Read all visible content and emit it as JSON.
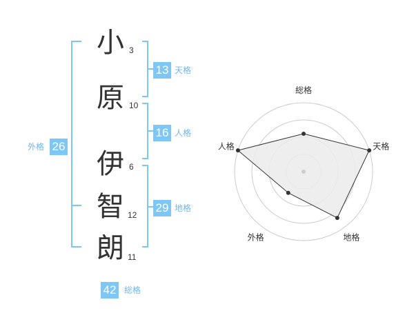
{
  "name": {
    "characters": [
      {
        "char": "小",
        "strokes": "3"
      },
      {
        "char": "原",
        "strokes": "10"
      },
      {
        "char": "伊",
        "strokes": "6"
      },
      {
        "char": "智",
        "strokes": "12"
      },
      {
        "char": "朗",
        "strokes": "11"
      }
    ]
  },
  "kaku": {
    "ten": {
      "label": "天格",
      "value": "13"
    },
    "jin": {
      "label": "人格",
      "value": "16"
    },
    "chi": {
      "label": "地格",
      "value": "29"
    },
    "gai": {
      "label": "外格",
      "value": "26"
    },
    "sou": {
      "label": "総格",
      "value": "42"
    }
  },
  "chart_data": {
    "type": "radar",
    "axes": [
      "総格",
      "天格",
      "地格",
      "外格",
      "人格"
    ],
    "values": [
      0.55,
      1.0,
      0.83,
      0.38,
      1.0
    ],
    "rings": 4,
    "colors": {
      "fill": "#ebebeb",
      "line": "#333333",
      "ring": "#cccccc"
    }
  },
  "colors": {
    "accent": "#7cc7f5",
    "label": "#6fb8ea",
    "text": "#333333"
  }
}
